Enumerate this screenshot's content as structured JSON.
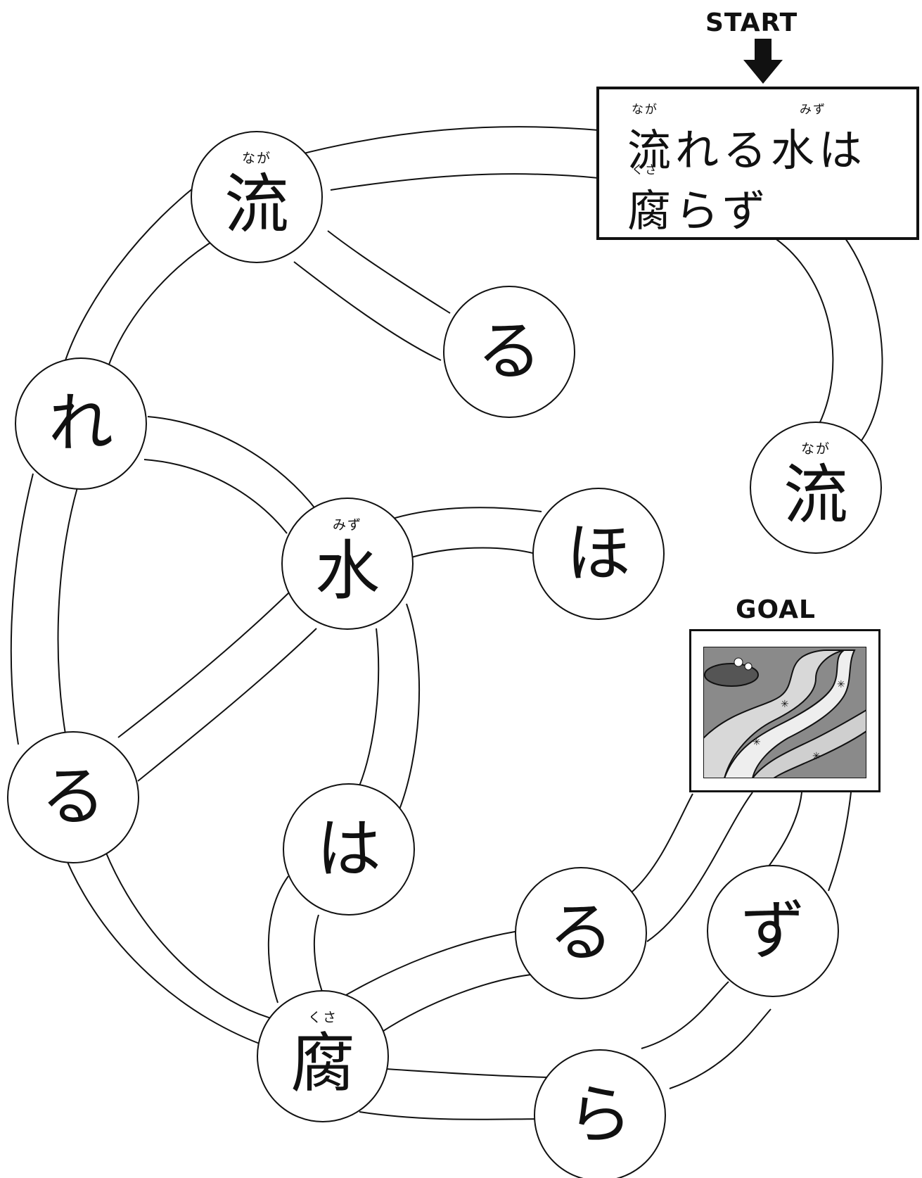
{
  "start_label": "START",
  "goal_label": "GOAL",
  "proverb": {
    "line1": "流れる水は",
    "line2": "腐らず",
    "ruby_naga": "なが",
    "ruby_mizu": "みず",
    "ruby_kusa": "くさ"
  },
  "nodes": [
    {
      "id": "n-naga-top",
      "char": "流",
      "ruby": "なが"
    },
    {
      "id": "n-ru-top",
      "char": "る",
      "ruby": ""
    },
    {
      "id": "n-re",
      "char": "れ",
      "ruby": ""
    },
    {
      "id": "n-mizu",
      "char": "水",
      "ruby": "みず"
    },
    {
      "id": "n-ho",
      "char": "ほ",
      "ruby": ""
    },
    {
      "id": "n-naga-right",
      "char": "流",
      "ruby": "なが"
    },
    {
      "id": "n-ru-left",
      "char": "る",
      "ruby": ""
    },
    {
      "id": "n-ha",
      "char": "は",
      "ruby": ""
    },
    {
      "id": "n-ru-bottom",
      "char": "る",
      "ruby": ""
    },
    {
      "id": "n-zu",
      "char": "ず",
      "ruby": ""
    },
    {
      "id": "n-kusa",
      "char": "腐",
      "ruby": "くさ"
    },
    {
      "id": "n-ra",
      "char": "ら",
      "ruby": ""
    }
  ],
  "goal_picture": "river-illustration",
  "colors": {
    "ink": "#111111",
    "goal_bg": "#8a8a8a"
  }
}
